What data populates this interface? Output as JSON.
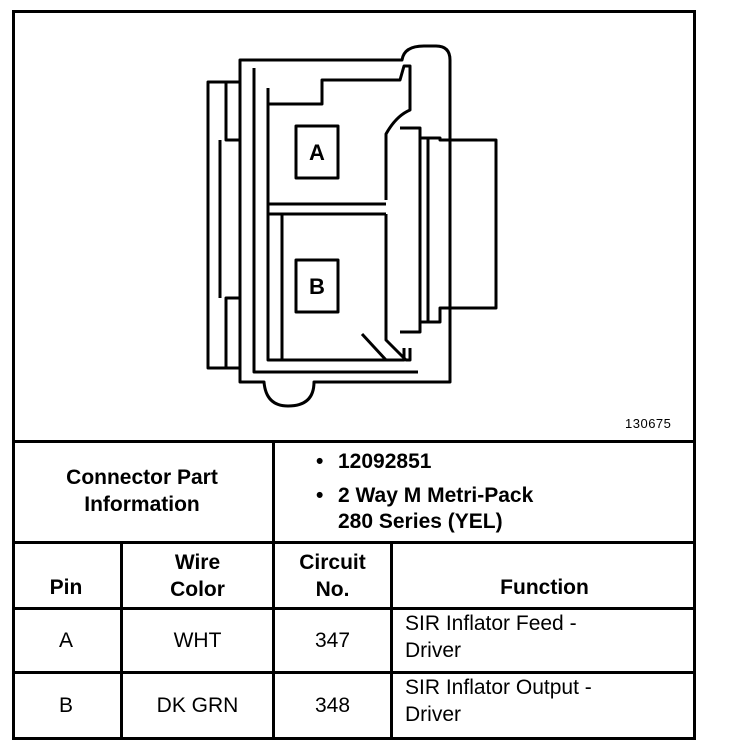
{
  "figure": {
    "pin_labels": [
      "A",
      "B"
    ],
    "figure_number": "130675"
  },
  "connector_info": {
    "heading_line1": "Connector Part",
    "heading_line2": "Information",
    "bullets": [
      {
        "line1": "12092851",
        "line2": ""
      },
      {
        "line1": "2 Way M Metri-Pack",
        "line2": "280 Series (YEL)"
      }
    ]
  },
  "pin_table": {
    "headers": {
      "pin": "Pin",
      "wire_color_line1": "Wire",
      "wire_color_line2": "Color",
      "circuit_line1": "Circuit",
      "circuit_line2": "No.",
      "function": "Function"
    },
    "rows": [
      {
        "pin": "A",
        "wire_color": "WHT",
        "circuit": "347",
        "function_line1": "SIR Inflator Feed -",
        "function_line2": "Driver"
      },
      {
        "pin": "B",
        "wire_color": "DK GRN",
        "circuit": "348",
        "function_line1": "SIR Inflator Output -",
        "function_line2": "Driver"
      }
    ]
  }
}
